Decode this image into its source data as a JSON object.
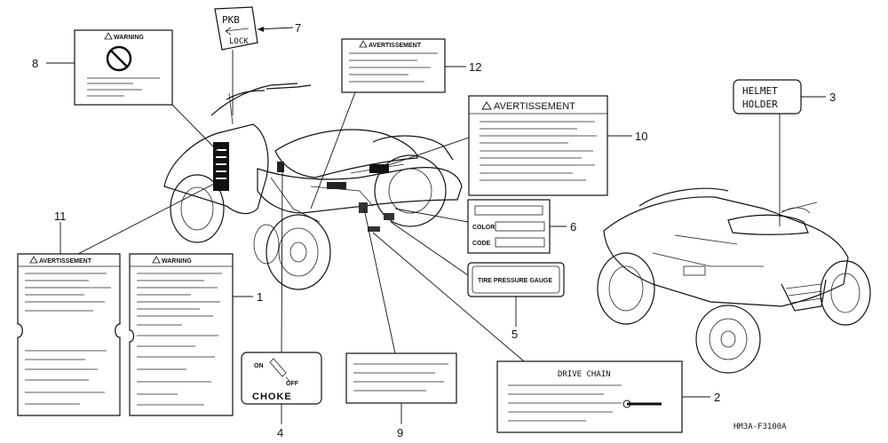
{
  "callouts": {
    "c1": "1",
    "c2": "2",
    "c3": "3",
    "c4": "4",
    "c5": "5",
    "c6": "6",
    "c7": "7",
    "c8": "8",
    "c9": "9",
    "c10": "10",
    "c11": "11",
    "c12": "12"
  },
  "labels": {
    "warning_small": "WARNING",
    "pkb_top": "PKB",
    "pkb_bottom": "LOCK",
    "avert_small": "AVERTISSEMENT",
    "helmet_top": "HELMET",
    "helmet_bottom": "HOLDER",
    "avert_large": "AVERTISSEMENT",
    "color": "COLOR",
    "code": "CODE",
    "tire_gauge": "TIRE PRESSURE GAUGE",
    "avert_11": "AVERTISSEMENT",
    "warning_1": "WARNING",
    "choke_on": "ON",
    "choke_off": "OFF",
    "choke": "CHOKE",
    "drive_chain": "DRIVE CHAIN"
  },
  "diagram_code": "HM3A-F3100A",
  "icons": {
    "warning_triangle": "warning-triangle-icon",
    "prohibition": "prohibition-icon",
    "arrow_left": "arrow-left-icon",
    "choke_lever": "choke-lever-icon",
    "cable": "cable-icon"
  }
}
